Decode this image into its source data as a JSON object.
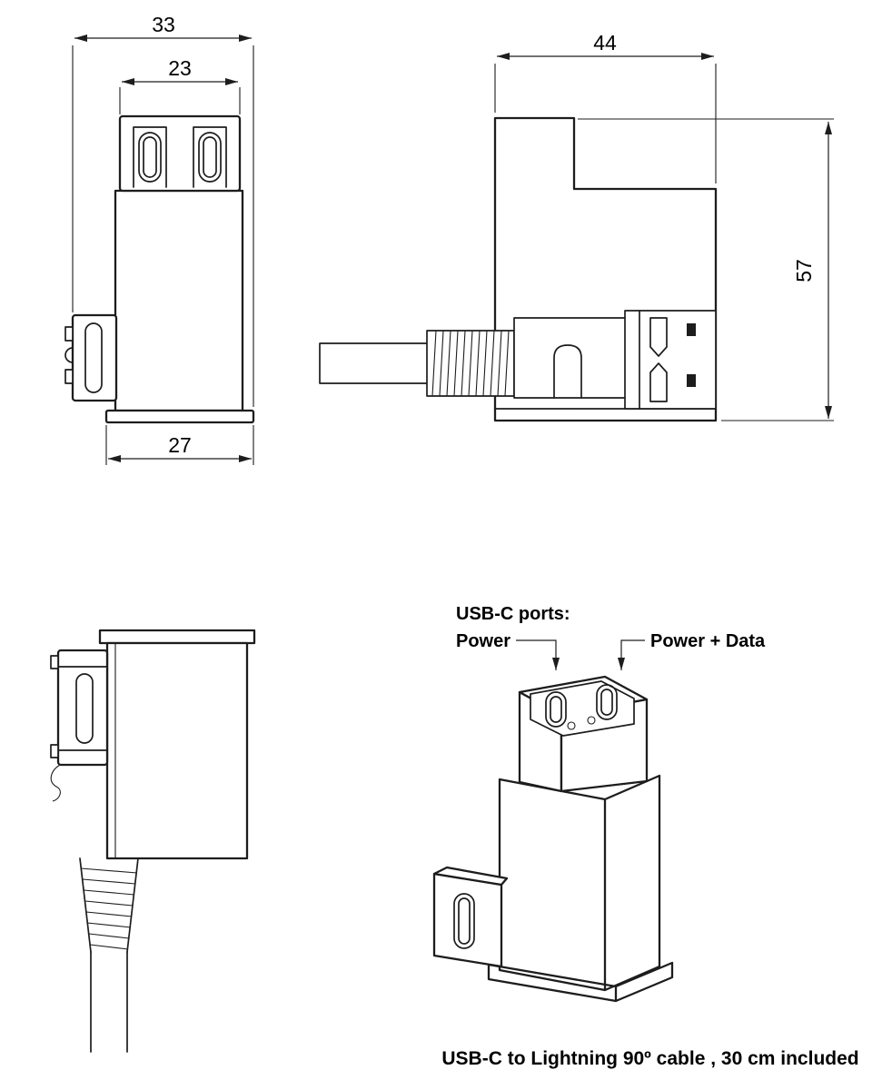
{
  "colors": {
    "background": "#ffffff",
    "line": "#1d1d1d",
    "text": "#000000"
  },
  "views": {
    "front": {
      "dim_overall_width": "33",
      "dim_port_section_width": "23",
      "dim_base_width": "27"
    },
    "side": {
      "dim_depth": "44",
      "dim_height": "57"
    },
    "isometric": {
      "ports_title": "USB-C ports:",
      "port_left_label": "Power",
      "port_right_label": "Power + Data"
    }
  },
  "caption": "USB-C to Lightning 90º cable , 30 cm  included"
}
